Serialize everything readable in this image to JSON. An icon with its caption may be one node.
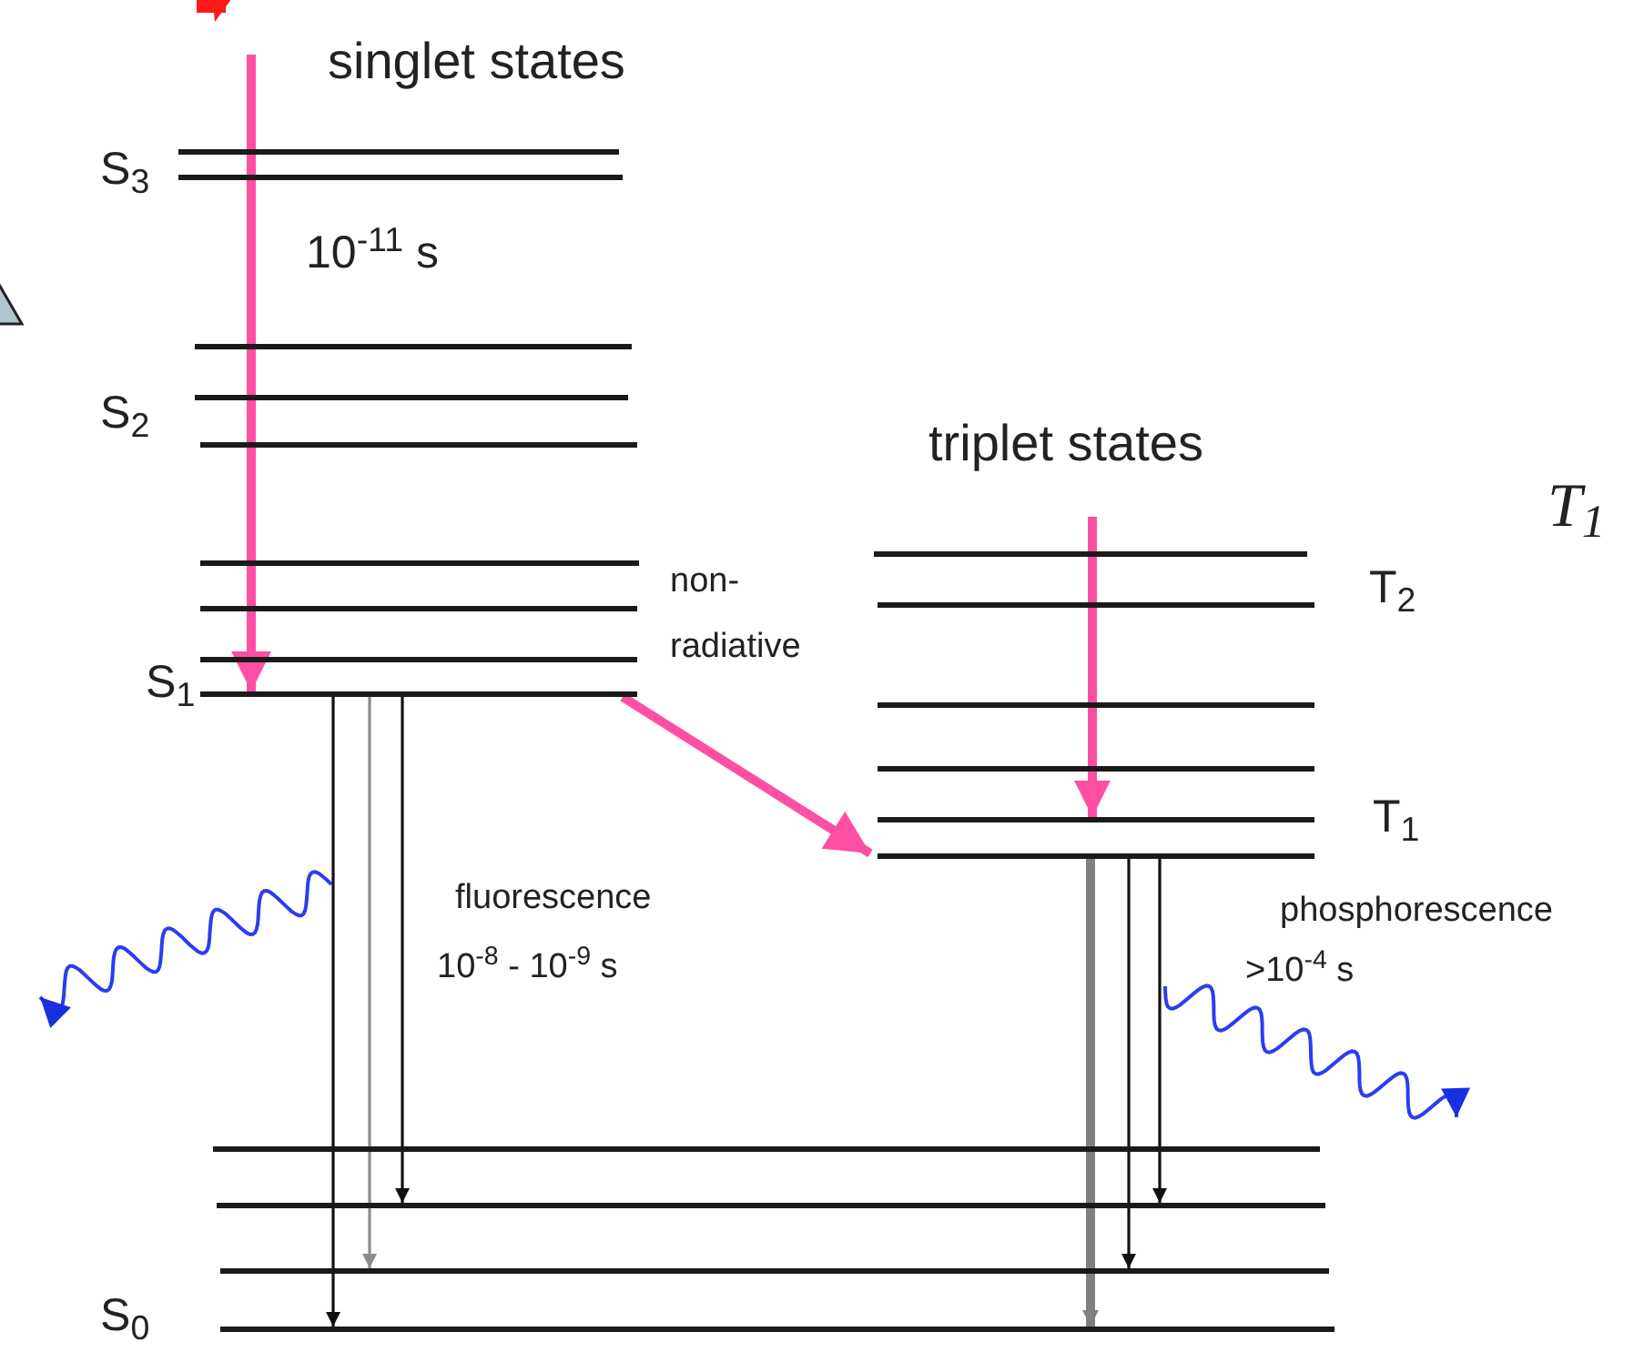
{
  "diagram": {
    "nodes": [
      {
        "text": [],
        "shape": "bar"
      },
      {
        "text": [],
        "shape": "bar"
      },
      {
        "text": [],
        "shape": "bar"
      },
      {
        "text": [],
        "shape": "bar"
      },
      {
        "text": [],
        "shape": "bar"
      },
      {
        "text": [],
        "shape": "bar"
      },
      {
        "text": [],
        "shape": "bar"
      },
      {
        "text": [],
        "shape": "bar"
      },
      {
        "text": [],
        "shape": "bar"
      },
      {
        "text": [],
        "shape": "bar"
      },
      {
        "text": [],
        "shape": "bar"
      },
      {
        "text": [],
        "shape": "bar"
      },
      {
        "text": [],
        "shape": "bar"
      },
      {
        "text": [],
        "shape": "bar"
      },
      {
        "text": [],
        "shape": "bar"
      },
      {
        "text": [],
        "shape": "bar"
      },
      {
        "text": [],
        "shape": "bar"
      },
      {
        "text": [],
        "shape": "bar"
      },
      {
        "text": [],
        "shape": "bar"
      }
    ],
    "edges": [
      {
        "from": null,
        "to": 8,
        "arrow": "to",
        "style": "thick",
        "color": "#ff4fa3"
      },
      {
        "from": 8,
        "to": 14,
        "arrow": "to",
        "label": "non- radiative",
        "style": "thick",
        "color": "#ff4fa3"
      },
      {
        "from": null,
        "to": 13,
        "arrow": "to",
        "style": "thick",
        "color": "#ff4fa3"
      },
      {
        "from": 8,
        "to": 18,
        "arrow": "to"
      },
      {
        "from": 8,
        "to": 17,
        "arrow": "to",
        "color": "#8c8c8c"
      },
      {
        "from": 8,
        "to": 16,
        "arrow": "to"
      },
      {
        "from": 14,
        "to": 18,
        "arrow": "to",
        "style": "thick",
        "color": "#808080"
      },
      {
        "from": 14,
        "to": 17,
        "arrow": "to"
      },
      {
        "from": 14,
        "to": 16,
        "arrow": "to"
      }
    ],
    "labels": [
      "singlet states",
      "S$_{3}$",
      "10$^{-11}$ s",
      "S$_{2}$",
      "triplet states",
      "T$_{1}$",
      "T$_{2}$",
      "S$_{1}$",
      "T$_{1}$",
      "fluorescence",
      "phosphorescence",
      "10$^{-8}$ - 10$^{-9}$ s",
      ">10$^{-4}$ s",
      "S$_{0}$"
    ]
  }
}
